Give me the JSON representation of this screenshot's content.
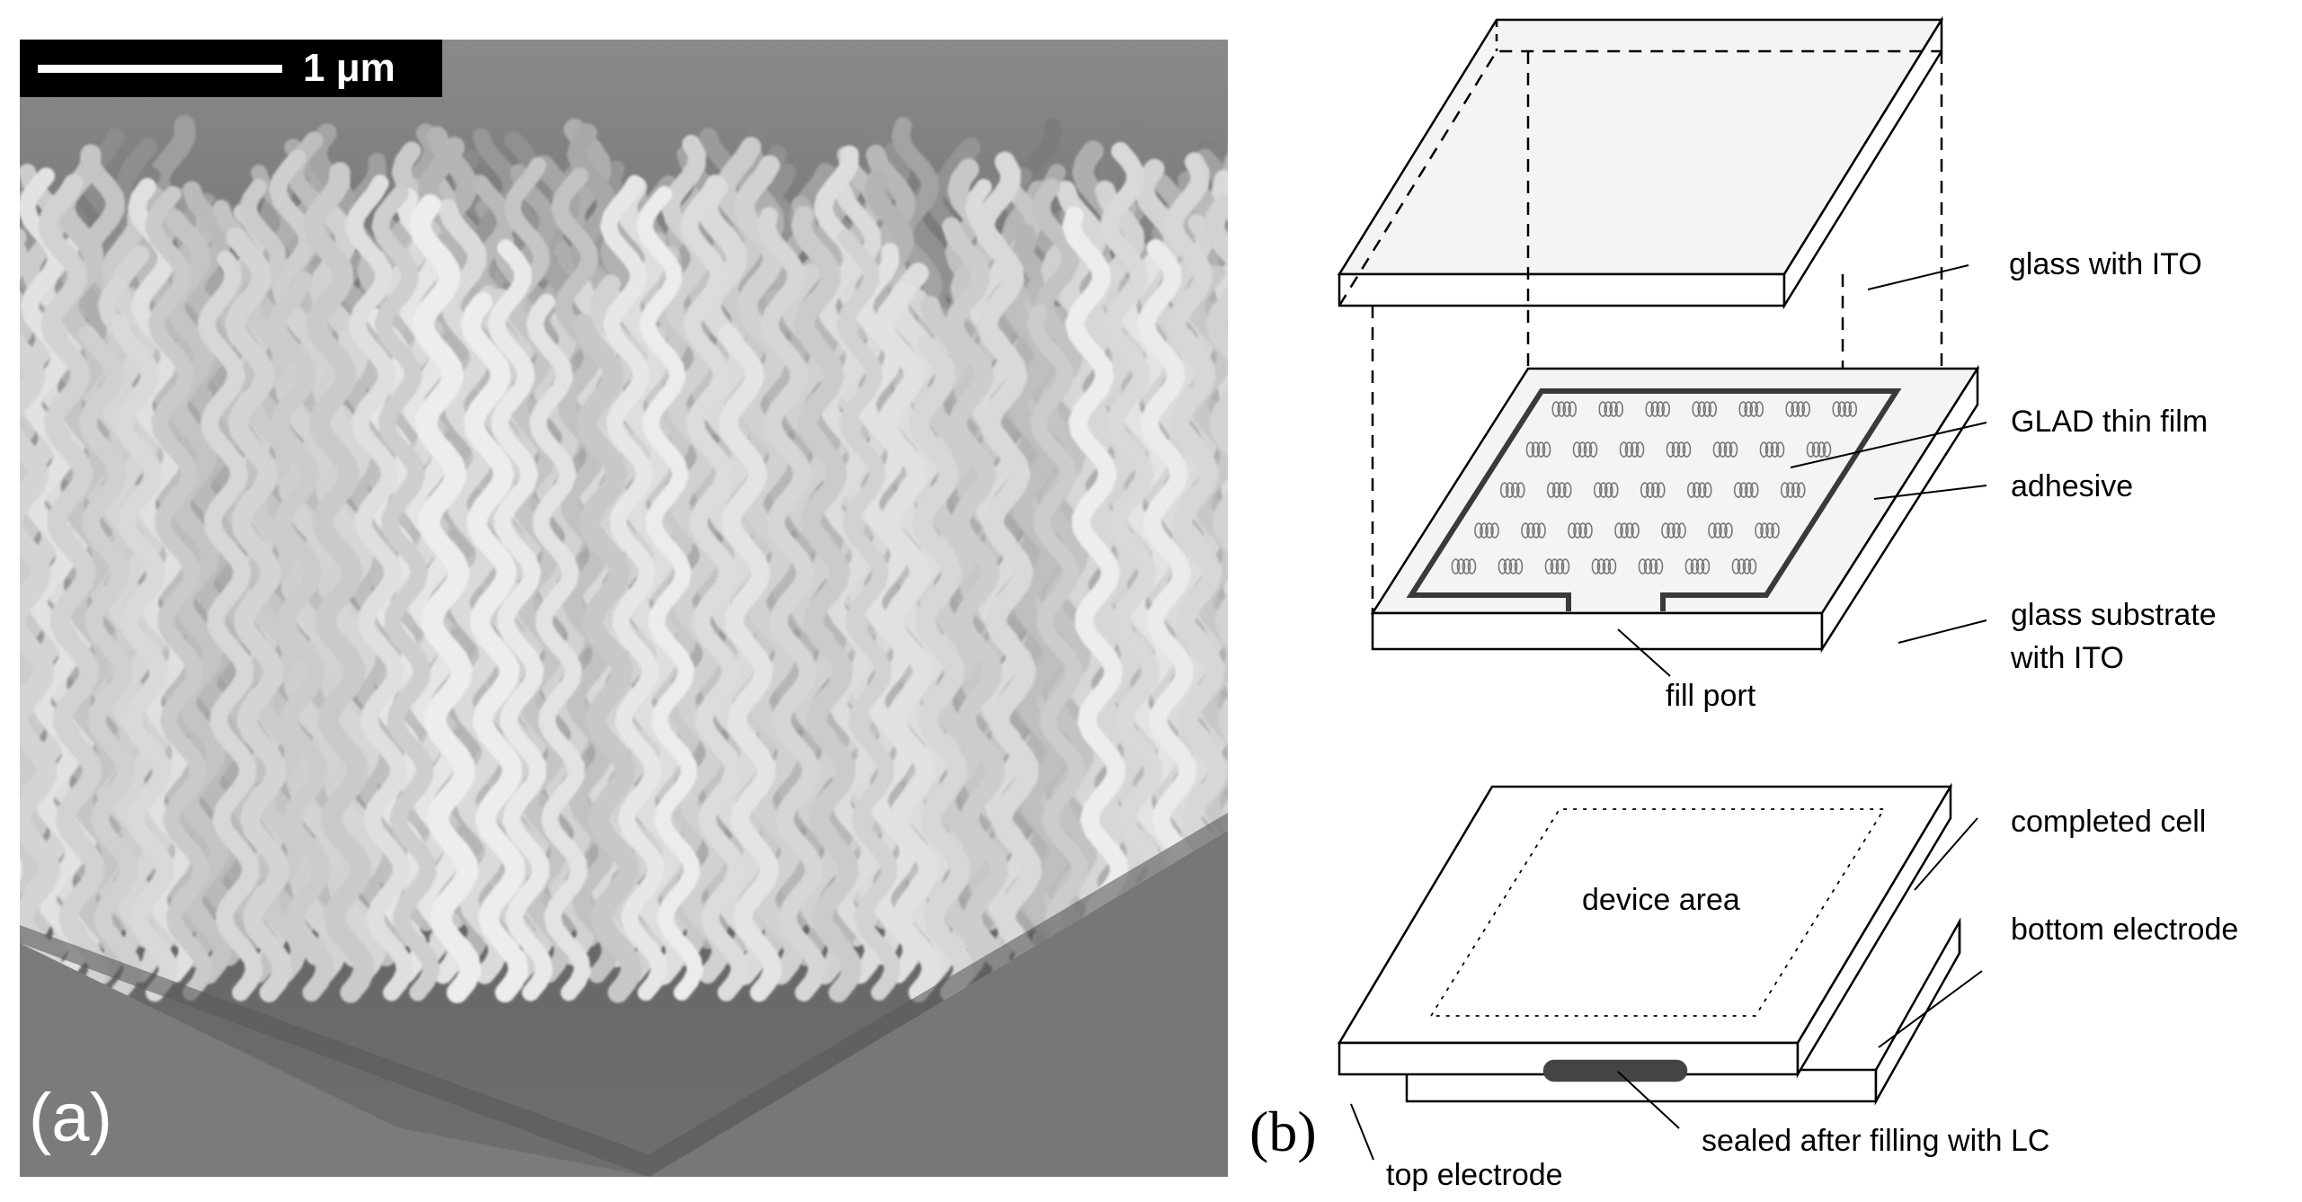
{
  "figure": {
    "panel_a": {
      "scale_bar_label": "1 μm",
      "panel_label": "(a)"
    },
    "panel_b": {
      "panel_label": "(b)",
      "labels": {
        "glass_with_ito": "glass with ITO",
        "glad_thin_film": "GLAD thin film",
        "adhesive": "adhesive",
        "glass_substrate_line1": "glass substrate",
        "glass_substrate_line2": "with ITO",
        "fill_port": "fill port",
        "completed_cell": "completed cell",
        "device_area": "device area",
        "bottom_electrode": "bottom electrode",
        "sealed": "sealed after filling with LC",
        "top_electrode": "top electrode"
      }
    }
  }
}
